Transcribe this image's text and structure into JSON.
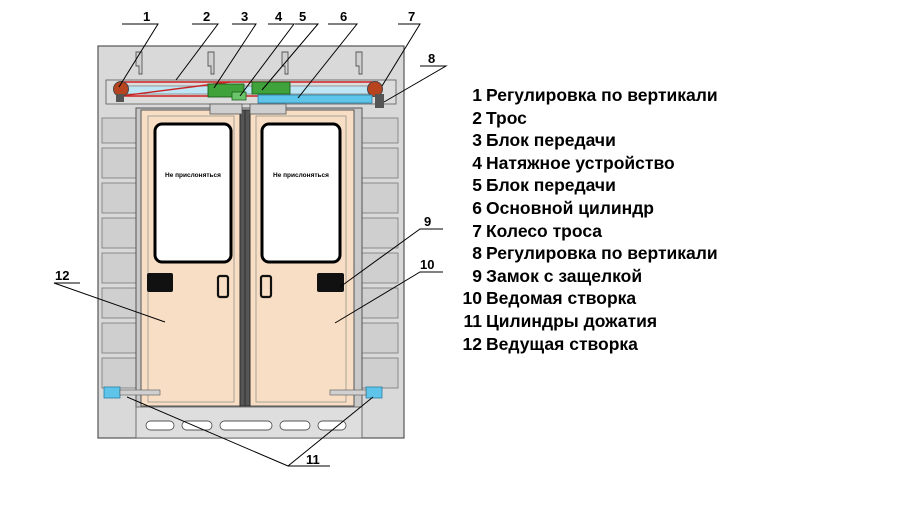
{
  "door": {
    "sign_left": "Не прислоняться",
    "sign_right": "Не прислоняться"
  },
  "callouts": [
    "1",
    "2",
    "3",
    "4",
    "5",
    "6",
    "7",
    "8",
    "9",
    "10",
    "11",
    "12"
  ],
  "legend": [
    {
      "num": "1",
      "label": "Регулировка по вертикали"
    },
    {
      "num": "2",
      "label": "Трос"
    },
    {
      "num": "3",
      "label": "Блок передачи"
    },
    {
      "num": "4",
      "label": "Натяжное устройство"
    },
    {
      "num": "5",
      "label": "Блок передачи"
    },
    {
      "num": "6",
      "label": "Основной цилиндр"
    },
    {
      "num": "7",
      "label": "Колесо троса"
    },
    {
      "num": "8",
      "label": "Регулировка по вертикали"
    },
    {
      "num": "9",
      "label": "Замок с защелкой"
    },
    {
      "num": "10",
      "label": "Ведомая створка"
    },
    {
      "num": "11",
      "label": "Цилиндры дожатия"
    },
    {
      "num": "12",
      "label": "Ведущая створка"
    }
  ]
}
